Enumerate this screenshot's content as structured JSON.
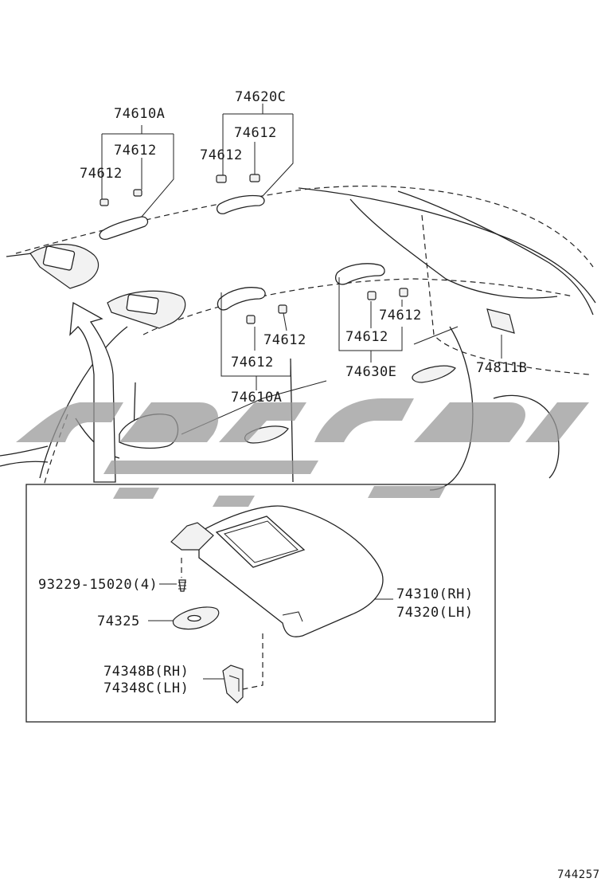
{
  "diagram": {
    "figure_id": "744257",
    "labels": {
      "p74610A_top": "74610A",
      "p74612_a": "74612",
      "p74612_b": "74612",
      "p74620C": "74620C",
      "p74612_c": "74612",
      "p74612_d": "74612",
      "p74612_e": "74612",
      "p74612_f": "74612",
      "p74612_g": "74612",
      "p74612_h": "74612",
      "p74610A_bottom": "74610A",
      "p74630E": "74630E",
      "p74811B": "74811B",
      "p93229": "93229-15020(4)",
      "p74325": "74325",
      "p74310": "74310(RH)",
      "p74320": "74320(LH)",
      "p74348B": "74348B(RH)",
      "p74348C": "74348C(LH)"
    }
  }
}
